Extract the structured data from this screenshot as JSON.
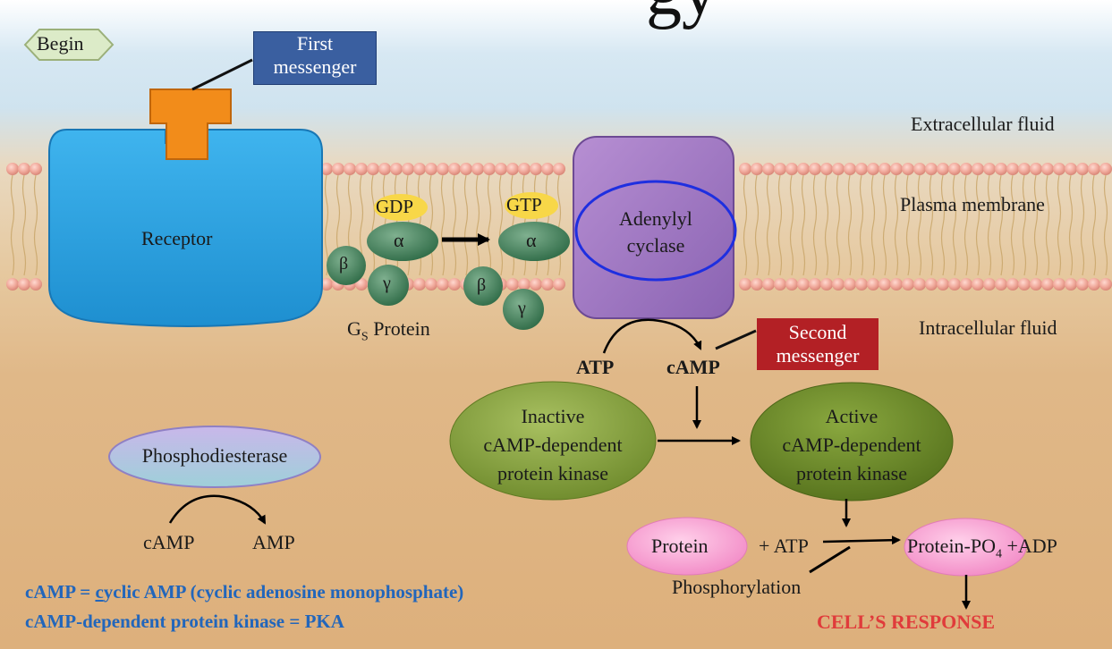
{
  "title_partial": "gy",
  "begin": "Begin",
  "first_messenger": [
    "First",
    "messenger"
  ],
  "second_messenger": [
    "Second",
    "messenger"
  ],
  "extracellular": "Extracellular fluid",
  "plasma_membrane": "Plasma membrane",
  "intracellular": "Intracellular fluid",
  "receptor": "Receptor",
  "gdp": "GDP",
  "gtp": "GTP",
  "alpha": "α",
  "beta": "β",
  "gamma": "γ",
  "gs_protein_main": "G",
  "gs_protein_sub": "S",
  "gs_protein_rest": " Protein",
  "adenylyl": [
    "Adenylyl",
    "cyclase"
  ],
  "atp": "ATP",
  "camp": "cAMP",
  "inactive_pka": [
    "Inactive",
    "cAMP-dependent",
    "protein kinase"
  ],
  "active_pka": [
    "Active",
    "cAMP-dependent",
    "protein kinase"
  ],
  "phosphodiesterase": "Phosphodiesterase",
  "pde_camp": "cAMP",
  "pde_amp": "AMP",
  "protein": "Protein",
  "plus_atp": "+ ATP",
  "protein_po4_main": "Protein-PO",
  "protein_po4_sub": "4",
  "plus_adp": " +ADP",
  "phosphorylation": "Phosphorylation",
  "cells_response": "CELL’S RESPONSE",
  "note1_a": "cAMP = ",
  "note1_u": "c",
  "note1_b": "yclic AMP (cyclic adenosine monophosphate)",
  "note2": "cAMP-dependent protein kinase = PKA"
}
